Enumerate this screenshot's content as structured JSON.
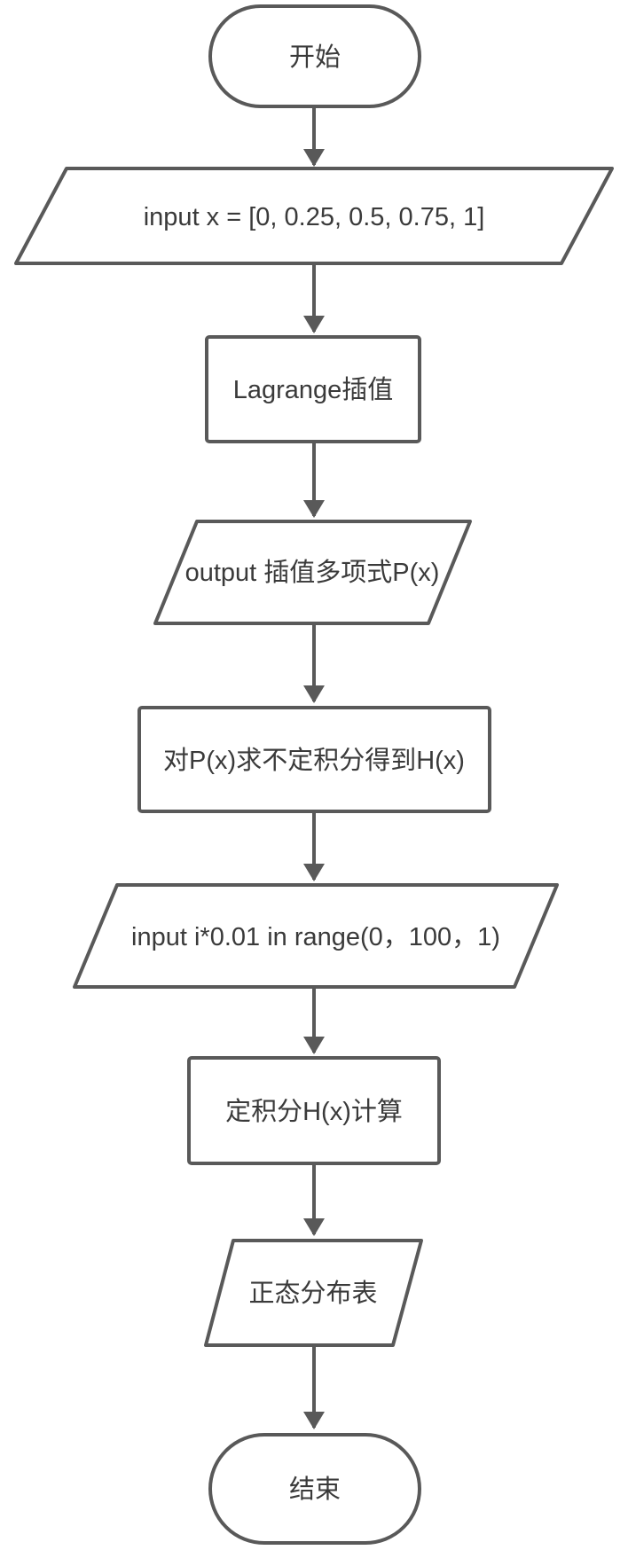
{
  "flowchart": {
    "nodes": [
      {
        "id": "start",
        "type": "terminator",
        "label": "开始"
      },
      {
        "id": "input-x",
        "type": "input-output",
        "label": "input x = [0, 0.25, 0.5, 0.75, 1]"
      },
      {
        "id": "lagrange",
        "type": "process",
        "label": "Lagrange插值"
      },
      {
        "id": "output-poly",
        "type": "input-output",
        "label": "output 插值多项式P(x)"
      },
      {
        "id": "indefinite-integral",
        "type": "process",
        "label": "对P(x)求不定积分得到H(x)"
      },
      {
        "id": "input-i",
        "type": "input-output",
        "label": "input i*0.01 in range(0，100，1)"
      },
      {
        "id": "definite-integral",
        "type": "process",
        "label": "定积分H(x)计算"
      },
      {
        "id": "normal-table",
        "type": "input-output",
        "label": "正态分布表"
      },
      {
        "id": "end",
        "type": "terminator",
        "label": "结束"
      }
    ],
    "edges": [
      {
        "from": "start",
        "to": "input-x"
      },
      {
        "from": "input-x",
        "to": "lagrange"
      },
      {
        "from": "lagrange",
        "to": "output-poly"
      },
      {
        "from": "output-poly",
        "to": "indefinite-integral"
      },
      {
        "from": "indefinite-integral",
        "to": "input-i"
      },
      {
        "from": "input-i",
        "to": "definite-integral"
      },
      {
        "from": "definite-integral",
        "to": "normal-table"
      },
      {
        "from": "normal-table",
        "to": "end"
      }
    ],
    "colors": {
      "stroke": "#595959",
      "text": "#3a3a3a",
      "background": "#ffffff"
    }
  }
}
